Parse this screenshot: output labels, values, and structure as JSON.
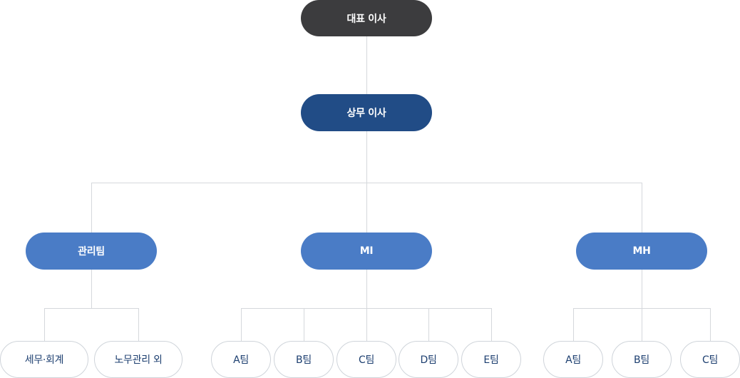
{
  "colors": {
    "top": "#3c3c3e",
    "second": "#214c86",
    "dept": "#4a7cc6",
    "team_border": "#cfd4da",
    "team_text": "#1d3f70",
    "connector": "#d5d8dc"
  },
  "org": {
    "ceo": "대표 이사",
    "managing_director": "상무 이사",
    "departments": [
      {
        "label": "관리팀",
        "teams": [
          "세무·회계",
          "노무관리 외"
        ]
      },
      {
        "label": "MI",
        "teams": [
          "A팀",
          "B팀",
          "C팀",
          "D팀",
          "E팀"
        ]
      },
      {
        "label": "MH",
        "teams": [
          "A팀",
          "B팀",
          "C팀"
        ]
      }
    ]
  }
}
